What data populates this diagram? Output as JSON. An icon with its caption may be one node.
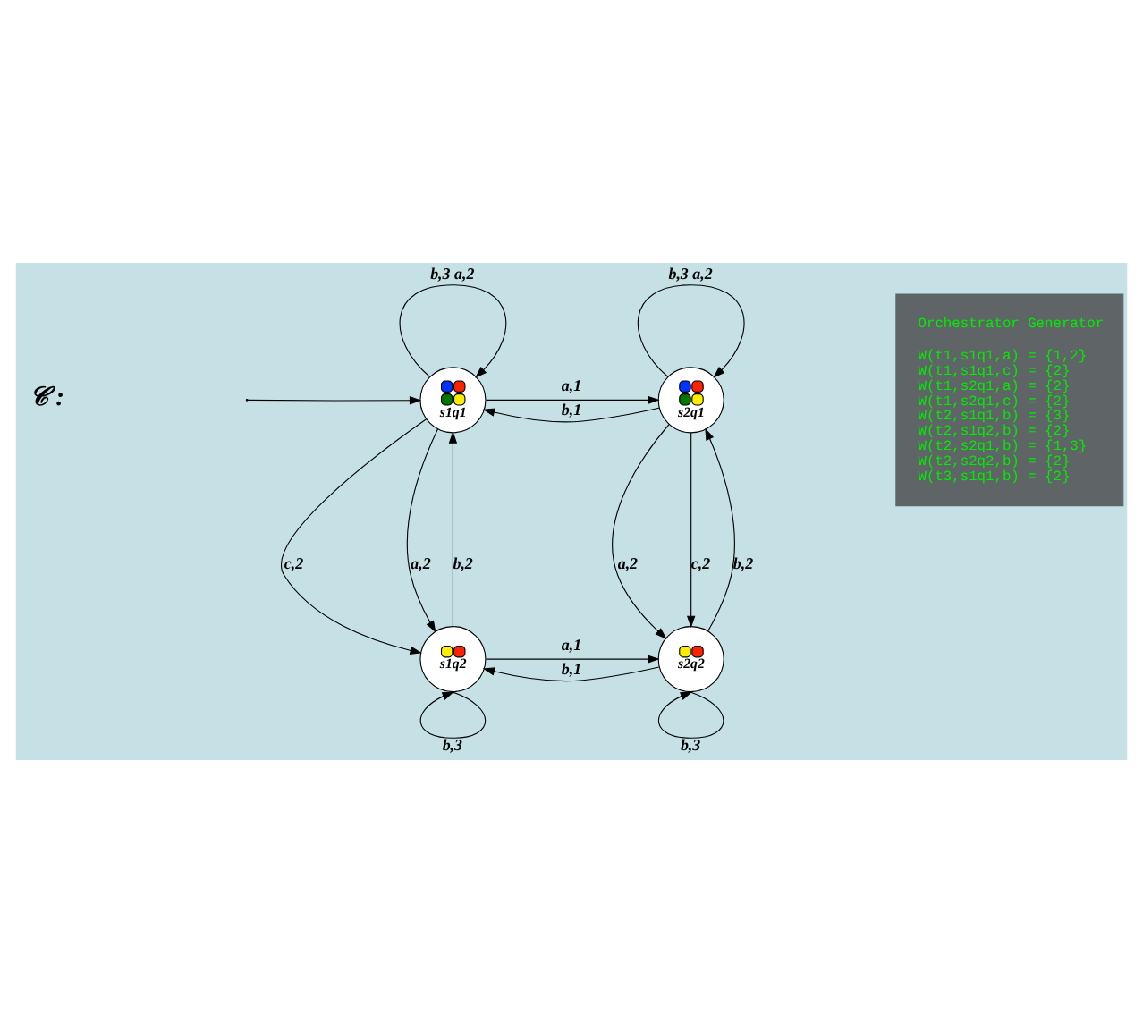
{
  "diagram": {
    "nodes": [
      {
        "text": [
          "s1q1"
        ]
      },
      {
        "text": [
          "s2q1"
        ]
      },
      {
        "text": [
          "s1q2"
        ]
      },
      {
        "text": [
          "s2q2"
        ]
      },
      {
        "text": [
          "Orchestrator Generator",
          "W(t1,s1q1,a) = {1,2}",
          "W(t1,s1q1,c) = {2}",
          "W(t1,s2q1,a) = {2}",
          "W(t1,s2q1,c) = {2}",
          "W(t2,s1q1,b) = {3}",
          "W(t2,s1q2,b) = {2}",
          "W(t2,s2q1,b) = {1,3}",
          "W(t2,s2q2,b) = {2}",
          "W(t3,s1q1,b) = {2}"
        ]
      }
    ],
    "edges": [
      {
        "from": null,
        "to": 0,
        "arrow": "to"
      },
      {
        "from": 0,
        "to": 0,
        "arrow": "to",
        "label": "b,3 a,2"
      },
      {
        "from": 0,
        "to": 1,
        "arrow": "to",
        "label": "a,1"
      },
      {
        "from": 1,
        "to": 1,
        "arrow": "to",
        "label": "b,3 a,2"
      },
      {
        "from": 1,
        "to": 0,
        "arrow": "to",
        "label": "b,1"
      },
      {
        "from": 2,
        "to": 0,
        "arrow": "to",
        "label": "b,2"
      },
      {
        "from": 0,
        "to": 2,
        "arrow": "to",
        "label": "c,2"
      },
      {
        "from": 0,
        "to": 2,
        "arrow": "to",
        "label": "a,2"
      },
      {
        "from": 1,
        "to": 3,
        "arrow": "to",
        "label": "a,2"
      },
      {
        "from": 1,
        "to": 3,
        "arrow": "to",
        "label": "c,2"
      },
      {
        "from": 3,
        "to": 1,
        "arrow": "to",
        "label": "b,2"
      },
      {
        "from": 2,
        "to": 3,
        "arrow": "to",
        "label": "a,1"
      },
      {
        "from": 3,
        "to": 2,
        "arrow": "to",
        "label": "b,1"
      },
      {
        "from": 2,
        "to": 2,
        "arrow": "to",
        "label": "b,3"
      },
      {
        "from": 3,
        "to": 3,
        "arrow": "to",
        "label": "b,3"
      }
    ],
    "labels": [
      "𝒞 :"
    ]
  }
}
